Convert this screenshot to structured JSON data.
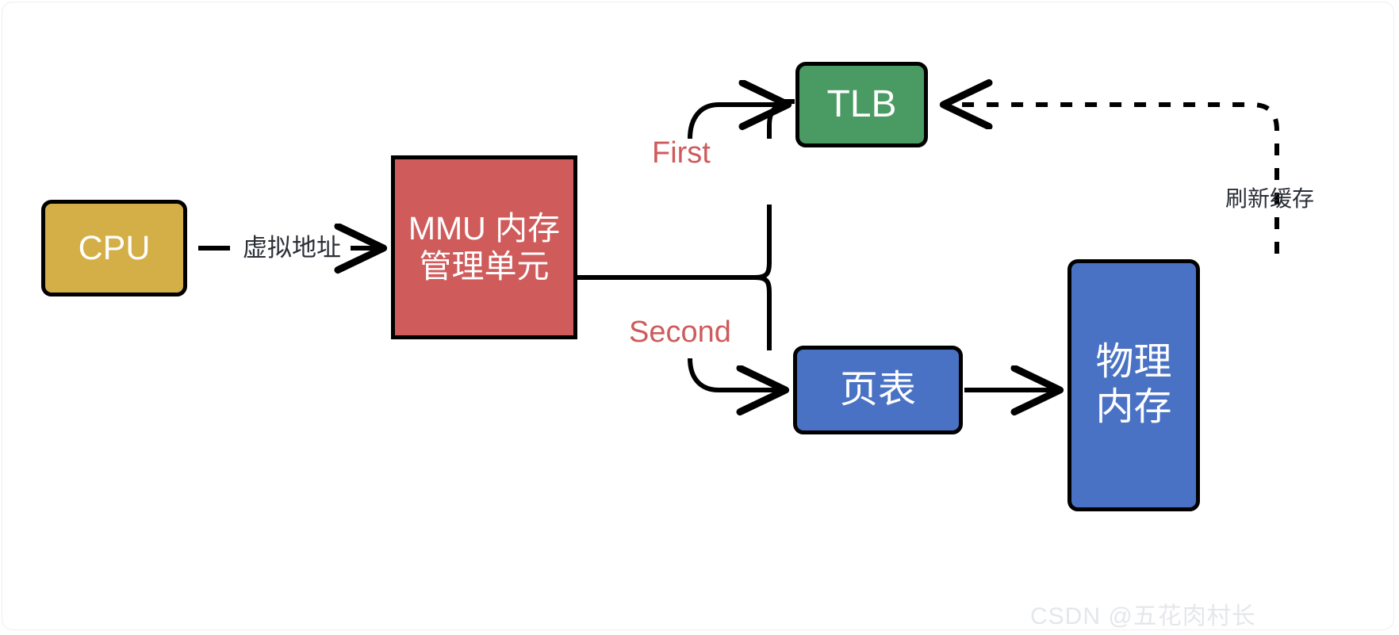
{
  "diagram": {
    "title": "MMU virtual-to-physical address translation flow",
    "background": "#ffffff",
    "nodes": [
      {
        "id": "cpu",
        "label": "CPU",
        "label_line2": "",
        "fill": "#D4AF47",
        "stroke": "#000000",
        "shape": "rounded-rect"
      },
      {
        "id": "mmu",
        "label": "MMU 内存",
        "label_line2": "管理单元",
        "fill": "#CF5B5B",
        "stroke": "#000000",
        "shape": "rect"
      },
      {
        "id": "tlb",
        "label": "TLB",
        "label_line2": "",
        "fill": "#4A9A63",
        "stroke": "#000000",
        "shape": "rounded-rect"
      },
      {
        "id": "pagetable",
        "label": "页表",
        "label_line2": "",
        "fill": "#4A72C4",
        "stroke": "#000000",
        "shape": "rounded-rect"
      },
      {
        "id": "physmem",
        "label": "物理",
        "label_line2": "内存",
        "fill": "#4A72C4",
        "stroke": "#000000",
        "shape": "rounded-rect"
      }
    ],
    "edges": [
      {
        "id": "cpu-mmu",
        "from": "cpu",
        "to": "mmu",
        "label": "虚拟地址",
        "style": "solid",
        "color": "#000000",
        "label_color": "#2b2f36"
      },
      {
        "id": "mmu-tlb",
        "from": "mmu",
        "to": "tlb",
        "label": "First",
        "style": "solid",
        "color": "#000000",
        "label_color": "#CF5B5B"
      },
      {
        "id": "mmu-pagetable",
        "from": "mmu",
        "to": "pagetable",
        "label": "Second",
        "style": "solid",
        "color": "#000000",
        "label_color": "#CF5B5B"
      },
      {
        "id": "pagetable-phys",
        "from": "pagetable",
        "to": "physmem",
        "label": "",
        "style": "solid",
        "color": "#000000",
        "label_color": "#2b2f36"
      },
      {
        "id": "phys-tlb",
        "from": "physmem",
        "to": "tlb",
        "label": "刷新缓存",
        "style": "dashed",
        "color": "#000000",
        "label_color": "#2b2f36"
      }
    ],
    "watermark": "CSDN @五花肉村长"
  }
}
